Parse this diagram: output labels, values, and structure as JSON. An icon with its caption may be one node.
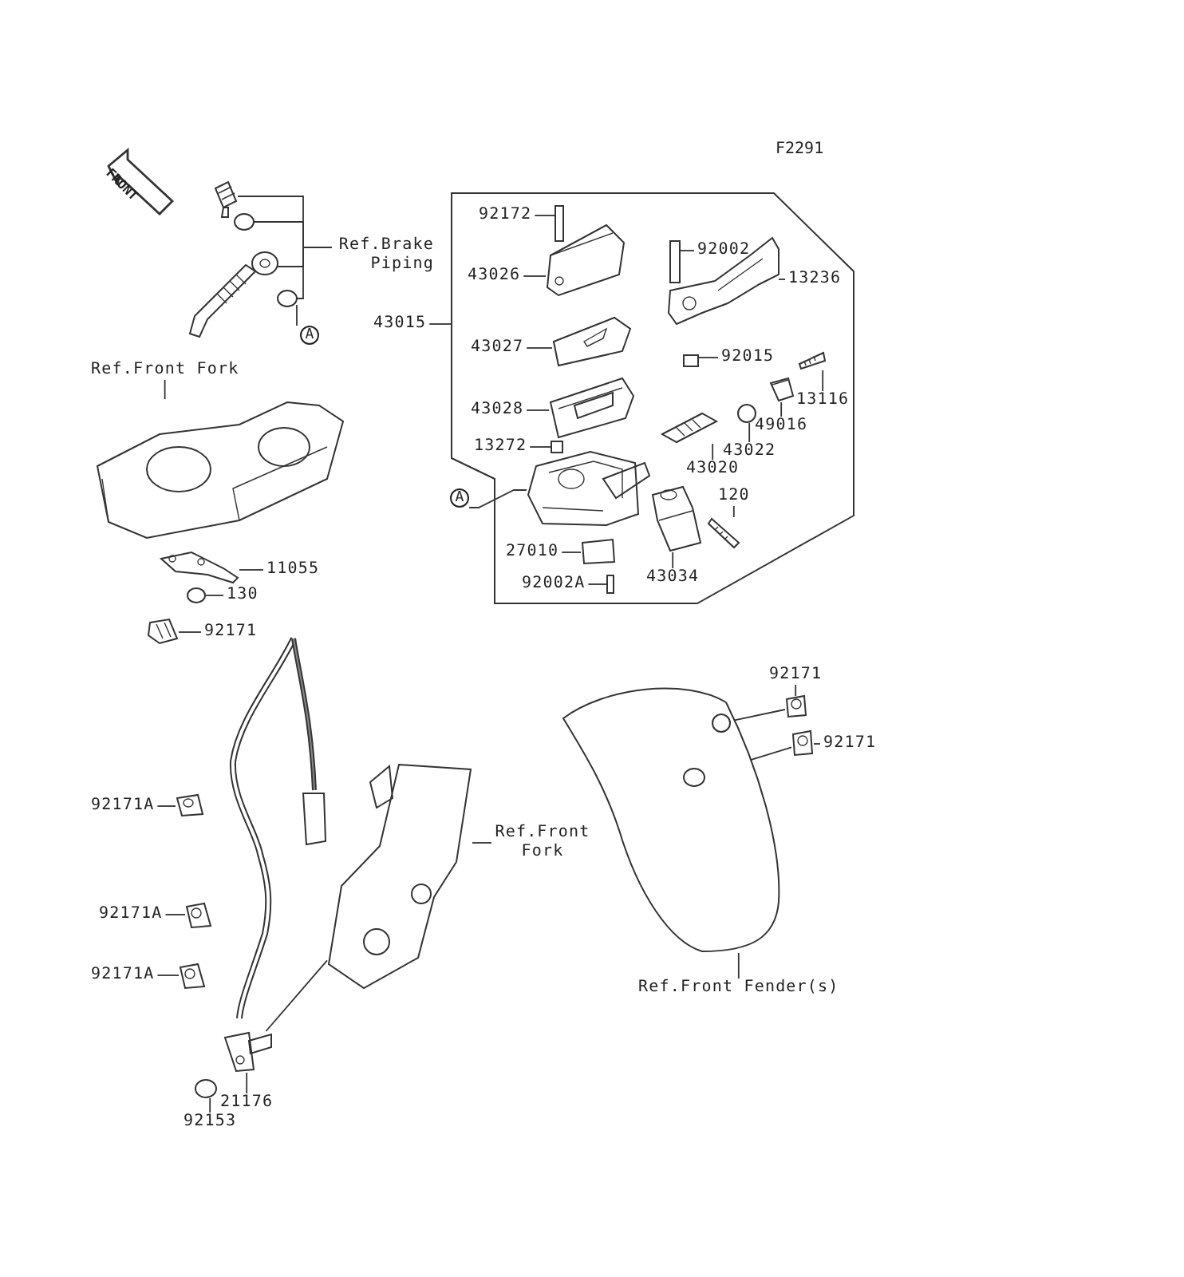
{
  "diagram": {
    "nodes": [
      {
        "text": [
          "Ref.Brake Piping"
        ]
      },
      {
        "text": [],
        "shape": "box"
      },
      {
        "text": [
          "43015"
        ]
      },
      {
        "text": [
          "92172"
        ],
        "in": 1
      },
      {
        "text": [
          "43026"
        ],
        "in": 1
      },
      {
        "text": [
          "92002"
        ],
        "in": 1
      },
      {
        "text": [
          "13236"
        ],
        "in": 1
      },
      {
        "text": [
          "43027"
        ],
        "in": 1
      },
      {
        "text": [
          "92015"
        ],
        "in": 1
      },
      {
        "text": [
          "13116"
        ],
        "in": 1
      },
      {
        "text": [
          "49016"
        ],
        "in": 1
      },
      {
        "text": [
          "43028"
        ],
        "in": 1
      },
      {
        "text": [
          "43022"
        ],
        "in": 1
      },
      {
        "text": [
          "13272"
        ],
        "in": 1
      },
      {
        "text": [
          "43020"
        ],
        "in": 1
      },
      {
        "text": [
          "A"
        ],
        "in": 1
      },
      {
        "text": [
          "120"
        ],
        "in": 1
      },
      {
        "text": [
          "27010"
        ],
        "in": 1
      },
      {
        "text": [
          "43034"
        ],
        "in": 1
      },
      {
        "text": [
          "92002A"
        ],
        "in": 1
      },
      {
        "text": [
          "A"
        ]
      },
      {
        "text": [
          "Ref.Front Fork"
        ]
      },
      {
        "text": [
          "11055"
        ]
      },
      {
        "text": [
          "130"
        ]
      },
      {
        "text": [
          "92171"
        ]
      },
      {
        "text": [
          "92171"
        ]
      },
      {
        "text": [
          "92171"
        ]
      },
      {
        "text": [
          "92171A"
        ]
      },
      {
        "text": [
          "Ref.Front Fork"
        ]
      },
      {
        "text": [
          "92171A"
        ]
      },
      {
        "text": [
          "92171A"
        ]
      },
      {
        "text": [
          "Ref.Front Fender(s)"
        ]
      },
      {
        "text": [
          "21176"
        ]
      },
      {
        "text": [
          "92153"
        ]
      },
      {
        "text": [],
        "shape": "picture"
      },
      {
        "text": [],
        "shape": "circle"
      },
      {
        "text": [],
        "shape": "picture"
      },
      {
        "text": [],
        "shape": "circle"
      },
      {
        "text": [],
        "shape": "box",
        "in": 1
      },
      {
        "text": [],
        "shape": "picture",
        "in": 1
      },
      {
        "text": [],
        "shape": "box",
        "in": 1
      },
      {
        "text": [],
        "shape": "picture",
        "in": 1
      },
      {
        "text": [],
        "shape": "picture",
        "in": 1
      },
      {
        "text": [],
        "shape": "box",
        "in": 1
      },
      {
        "text": [],
        "shape": "picture",
        "in": 1
      },
      {
        "text": [],
        "shape": "picture",
        "in": 1
      },
      {
        "text": [],
        "shape": "picture",
        "in": 1
      },
      {
        "text": [],
        "shape": "circle",
        "in": 1
      },
      {
        "text": [],
        "shape": "box",
        "in": 1
      },
      {
        "text": [],
        "shape": "picture",
        "in": 1
      },
      {
        "text": [],
        "shape": "picture",
        "in": 1
      },
      {
        "text": [],
        "shape": "picture",
        "in": 1
      },
      {
        "text": [],
        "shape": "box",
        "in": 1
      },
      {
        "text": [],
        "shape": "picture",
        "in": 1
      },
      {
        "text": [],
        "shape": "box",
        "in": 1
      },
      {
        "text": [],
        "shape": "picture"
      },
      {
        "text": [],
        "shape": "picture"
      },
      {
        "text": [],
        "shape": "circle"
      },
      {
        "text": [],
        "shape": "picture"
      },
      {
        "text": [],
        "shape": "picture"
      },
      {
        "text": [],
        "shape": "picture"
      },
      {
        "text": [],
        "shape": "picture"
      },
      {
        "text": [],
        "shape": "circle",
        "in": 61
      },
      {
        "text": [],
        "shape": "circle",
        "in": 61
      },
      {
        "text": [],
        "shape": "picture"
      },
      {
        "text": [],
        "shape": "picture"
      },
      {
        "text": [],
        "shape": "picture"
      },
      {
        "text": [],
        "shape": "picture"
      },
      {
        "text": [],
        "shape": "picture"
      },
      {
        "text": [],
        "shape": "circle"
      }
    ],
    "edges": [
      {
        "from": 0,
        "to": 34,
        "arrow": "none"
      },
      {
        "from": 0,
        "to": 35,
        "arrow": "none"
      },
      {
        "from": 0,
        "to": 36,
        "arrow": "none"
      },
      {
        "from": 0,
        "to": 37,
        "arrow": "none"
      },
      {
        "from": 2,
        "to": 1,
        "arrow": "none"
      },
      {
        "from": 3,
        "to": 38,
        "arrow": "none"
      },
      {
        "from": 4,
        "to": 39,
        "arrow": "none"
      },
      {
        "from": 5,
        "to": 40,
        "arrow": "none"
      },
      {
        "from": 6,
        "to": 41,
        "arrow": "none"
      },
      {
        "from": 7,
        "to": 42,
        "arrow": "none"
      },
      {
        "from": 8,
        "to": 43,
        "arrow": "none"
      },
      {
        "from": 9,
        "to": 44,
        "arrow": "none"
      },
      {
        "from": 10,
        "to": 45,
        "arrow": "none"
      },
      {
        "from": 11,
        "to": 46,
        "arrow": "none"
      },
      {
        "from": 12,
        "to": 47,
        "arrow": "none"
      },
      {
        "from": 13,
        "to": 48,
        "arrow": "none"
      },
      {
        "from": 14,
        "to": 49,
        "arrow": "none"
      },
      {
        "from": 15,
        "to": 50,
        "arrow": "none"
      },
      {
        "from": 16,
        "to": 51,
        "arrow": "none"
      },
      {
        "from": 17,
        "to": 52,
        "arrow": "none"
      },
      {
        "from": 18,
        "to": 53,
        "arrow": "none"
      },
      {
        "from": 19,
        "to": 54,
        "arrow": "none"
      },
      {
        "from": 20,
        "to": 37,
        "arrow": "none"
      },
      {
        "from": 21,
        "to": 55,
        "arrow": "none"
      },
      {
        "from": 22,
        "to": 56,
        "arrow": "none"
      },
      {
        "from": 23,
        "to": 57,
        "arrow": "none"
      },
      {
        "from": 24,
        "to": 58,
        "arrow": "none"
      },
      {
        "from": 25,
        "to": 59,
        "arrow": "none"
      },
      {
        "from": 26,
        "to": 60,
        "arrow": "none"
      },
      {
        "from": 27,
        "to": 64,
        "arrow": "none"
      },
      {
        "from": 28,
        "to": 65,
        "arrow": "none"
      },
      {
        "from": 29,
        "to": 66,
        "arrow": "none"
      },
      {
        "from": 30,
        "to": 67,
        "arrow": "none"
      },
      {
        "from": 31,
        "to": 61,
        "arrow": "none"
      },
      {
        "from": 32,
        "to": 68,
        "arrow": "none"
      },
      {
        "from": 33,
        "to": 69,
        "arrow": "none"
      },
      {
        "from": 59,
        "to": 62,
        "arrow": "none"
      },
      {
        "from": 60,
        "to": 63,
        "arrow": "none"
      },
      {
        "from": 68,
        "to": 65,
        "arrow": "none"
      }
    ],
    "labels": [
      "FRONT",
      "F2291"
    ]
  }
}
